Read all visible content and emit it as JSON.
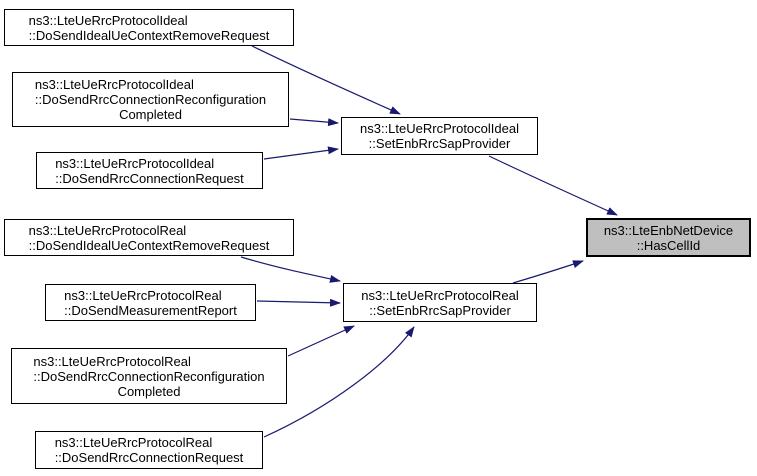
{
  "colors": {
    "edge": "#191970",
    "node_border": "#000000",
    "node_fill": "#ffffff",
    "highlight_fill": "#bfbfbf",
    "text": "#000000",
    "background": "#ffffff"
  },
  "nodes": {
    "idealRemoveRequest": {
      "lines": [
        "ns3::LteUeRrcProtocolIdeal",
        "::DoSendIdealUeContextRemoveRequest"
      ]
    },
    "idealReconfCompleted": {
      "lines": [
        "ns3::LteUeRrcProtocolIdeal",
        "::DoSendRrcConnectionReconfiguration",
        "Completed"
      ]
    },
    "idealConnRequest": {
      "lines": [
        "ns3::LteUeRrcProtocolIdeal",
        "::DoSendRrcConnectionRequest"
      ]
    },
    "idealSetEnbRrcSapProvider": {
      "lines": [
        "ns3::LteUeRrcProtocolIdeal",
        "::SetEnbRrcSapProvider"
      ]
    },
    "hasCellId": {
      "lines": [
        "ns3::LteEnbNetDevice",
        "::HasCellId"
      ],
      "highlighted": true
    },
    "realRemoveRequest": {
      "lines": [
        "ns3::LteUeRrcProtocolReal",
        "::DoSendIdealUeContextRemoveRequest"
      ]
    },
    "realMeasurementReport": {
      "lines": [
        "ns3::LteUeRrcProtocolReal",
        "::DoSendMeasurementReport"
      ]
    },
    "realSetEnbRrcSapProvider": {
      "lines": [
        "ns3::LteUeRrcProtocolReal",
        "::SetEnbRrcSapProvider"
      ]
    },
    "realReconfCompleted": {
      "lines": [
        "ns3::LteUeRrcProtocolReal",
        "::DoSendRrcConnectionReconfiguration",
        "Completed"
      ]
    },
    "realConnRequest": {
      "lines": [
        "ns3::LteUeRrcProtocolReal",
        "::DoSendRrcConnectionRequest"
      ]
    }
  },
  "edges": [
    {
      "from": "idealRemoveRequest",
      "to": "idealSetEnbRrcSapProvider"
    },
    {
      "from": "idealReconfCompleted",
      "to": "idealSetEnbRrcSapProvider"
    },
    {
      "from": "idealConnRequest",
      "to": "idealSetEnbRrcSapProvider"
    },
    {
      "from": "idealSetEnbRrcSapProvider",
      "to": "hasCellId"
    },
    {
      "from": "realRemoveRequest",
      "to": "realSetEnbRrcSapProvider"
    },
    {
      "from": "realMeasurementReport",
      "to": "realSetEnbRrcSapProvider"
    },
    {
      "from": "realReconfCompleted",
      "to": "realSetEnbRrcSapProvider"
    },
    {
      "from": "realConnRequest",
      "to": "realSetEnbRrcSapProvider"
    },
    {
      "from": "realSetEnbRrcSapProvider",
      "to": "hasCellId"
    }
  ]
}
